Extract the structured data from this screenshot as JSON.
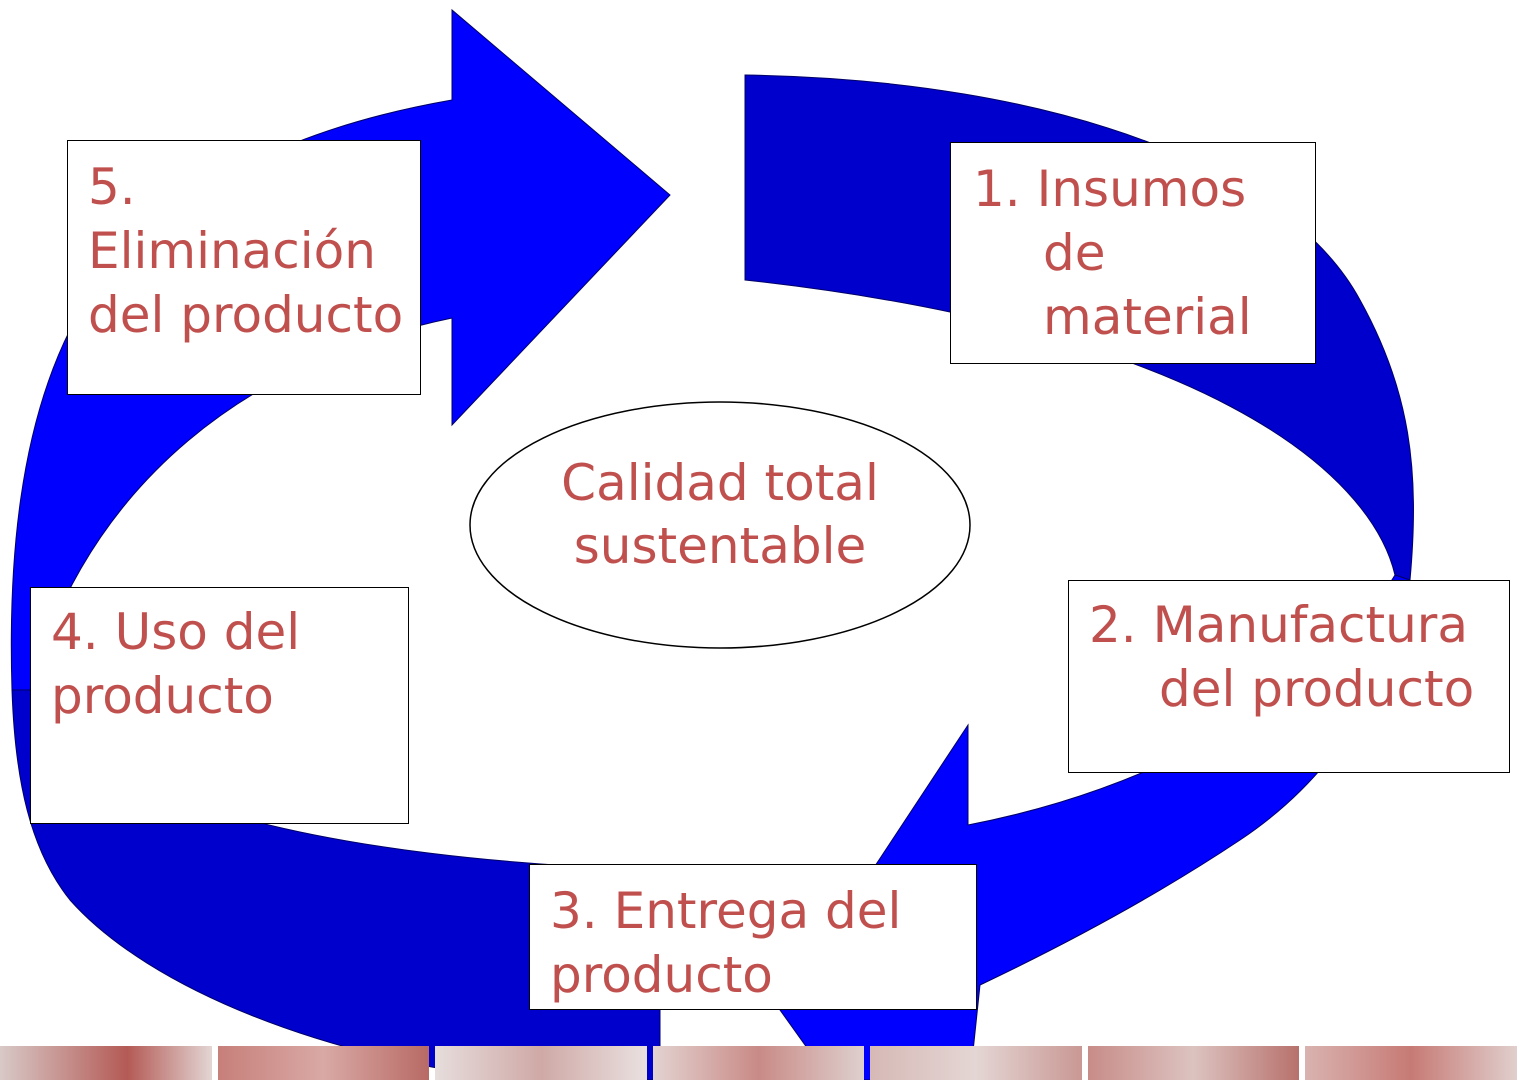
{
  "diagram": {
    "center": {
      "line1": "Calidad total",
      "line2": "sustentable"
    },
    "steps": [
      {
        "line1": "1. Insumos",
        "line2": "de",
        "line3": "material"
      },
      {
        "line1": "2. Manufactura",
        "line2": "del producto"
      },
      {
        "line1": "3. Entrega del",
        "line2": "producto"
      },
      {
        "line1": "4. Uso del",
        "line2": "producto"
      },
      {
        "line1": "5.",
        "line2": "Eliminación",
        "line3": "del producto"
      }
    ]
  },
  "colors": {
    "arrow_fill": "#0000ff",
    "arrow_dark": "#0000cc",
    "text": "#c0504d",
    "footer_tint": "#c98a86"
  }
}
